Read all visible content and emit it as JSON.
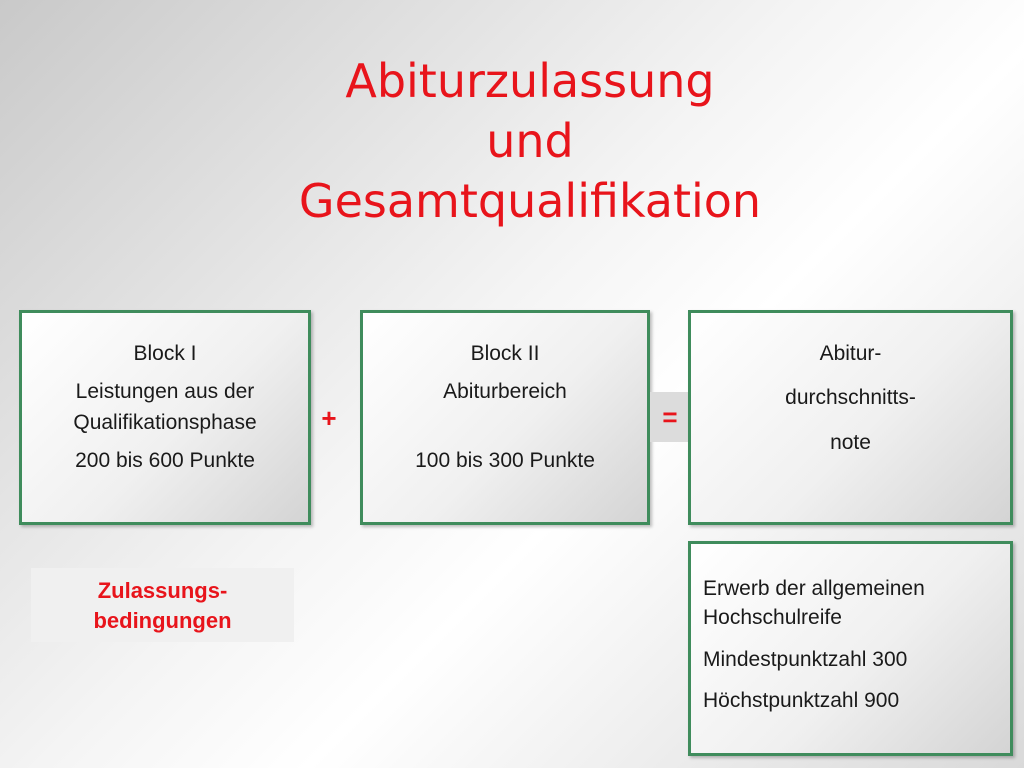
{
  "title": {
    "line1": "Abiturzulassung",
    "line2": "und",
    "line3": "Gesamtqualifikation"
  },
  "block1": {
    "heading": "Block I",
    "line1": "Leistungen aus der",
    "line2": "Qualifikationsphase",
    "points": "200 bis 600 Punkte"
  },
  "plus": "+",
  "block2": {
    "heading": "Block II",
    "line1": "Abiturbereich",
    "points": "100 bis 300 Punkte"
  },
  "equals": "=",
  "result": {
    "line1": "Abitur-",
    "line2": "durchschnitts-",
    "line3": "note"
  },
  "zulassung": {
    "line1": "Zulassungs-",
    "line2": "bedingungen"
  },
  "info": {
    "line1": "Erwerb der allgemeinen",
    "line2": "Hochschulreife",
    "min": "Mindestpunktzahl 300",
    "max": "Höchstpunktzahl 900"
  },
  "colors": {
    "accent_red": "#e8141b",
    "border_green": "#3f8c5c"
  }
}
